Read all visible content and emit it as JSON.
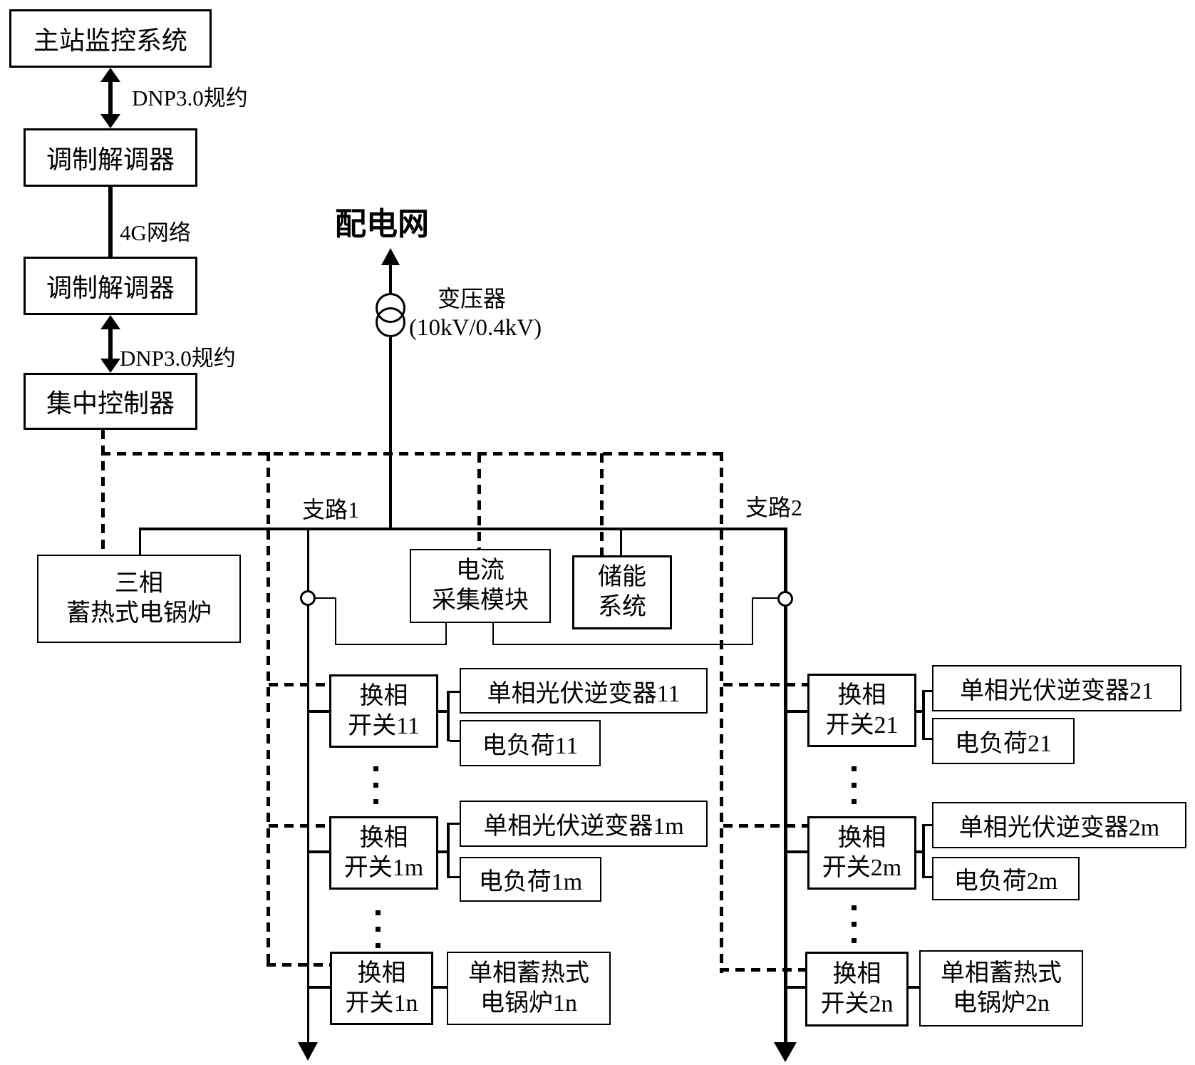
{
  "scada_chain": {
    "master_station": "主站监控系统",
    "protocol_label_top": "DNP3.0规约",
    "modem_1": "调制解调器",
    "network_label": "4G网络",
    "modem_2": "调制解调器",
    "protocol_label_bottom": "DNP3.0规约",
    "central_controller": "集中控制器"
  },
  "grid": {
    "distribution_network": "配电网",
    "transformer_name": "变压器",
    "transformer_rating": "(10kV/0.4kV)",
    "branch_1_label": "支路1",
    "branch_2_label": "支路2",
    "three_phase_boiler_line1": "三相",
    "three_phase_boiler_line2": "蓄热式电锅炉",
    "current_module_line1": "电流",
    "current_module_line2": "采集模块",
    "storage_line1": "储能",
    "storage_line2": "系统"
  },
  "branch1": {
    "row_11": {
      "switch_line1": "换相",
      "switch_line2": "开关11",
      "inverter": "单相光伏逆变器11",
      "load": "电负荷11"
    },
    "row_1m": {
      "switch_line1": "换相",
      "switch_line2": "开关1m",
      "inverter": "单相光伏逆变器1m",
      "load": "电负荷1m"
    },
    "row_1n": {
      "switch_line1": "换相",
      "switch_line2": "开关1n",
      "boiler_line1": "单相蓄热式",
      "boiler_line2": "电锅炉1n"
    }
  },
  "branch2": {
    "row_21": {
      "switch_line1": "换相",
      "switch_line2": "开关21",
      "inverter": "单相光伏逆变器21",
      "load": "电负荷21"
    },
    "row_2m": {
      "switch_line1": "换相",
      "switch_line2": "开关2m",
      "inverter": "单相光伏逆变器2m",
      "load": "电负荷2m"
    },
    "row_2n": {
      "switch_line1": "换相",
      "switch_line2": "开关2n",
      "boiler_line1": "单相蓄热式",
      "boiler_line2": "电锅炉2n"
    }
  },
  "colors": {
    "line": "#000000",
    "background": "#ffffff"
  }
}
